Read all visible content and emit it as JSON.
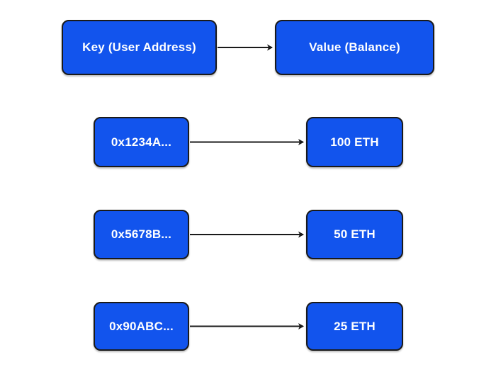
{
  "diagram": {
    "header": {
      "key_label": "Key (User Address)",
      "value_label": "Value (Balance)"
    },
    "rows": [
      {
        "key": "0x1234A...",
        "value": "100 ETH"
      },
      {
        "key": "0x5678B...",
        "value": "50 ETH"
      },
      {
        "key": "0x90ABC...",
        "value": "25 ETH"
      }
    ],
    "colors": {
      "box_fill": "#1254ED",
      "box_border": "#1a1a1a",
      "text": "#ffffff",
      "arrow": "#1a1a1a",
      "background": "#ffffff"
    }
  }
}
